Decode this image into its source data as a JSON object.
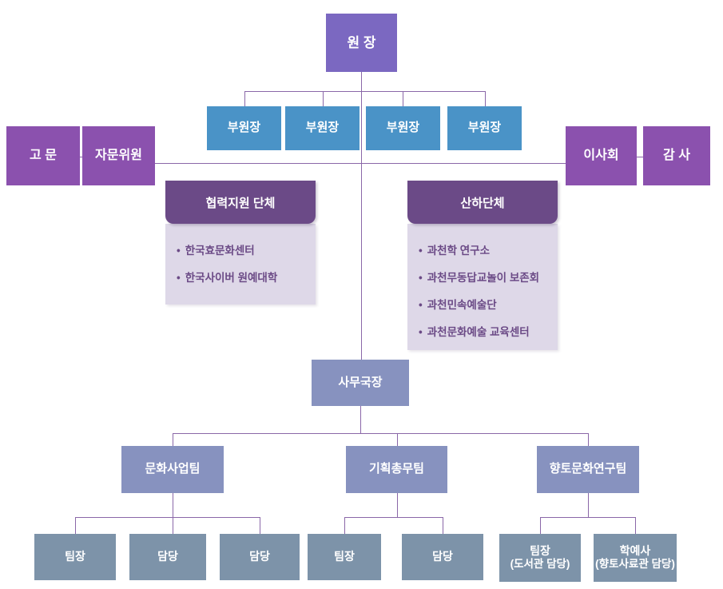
{
  "colors": {
    "director_bg": "#7b68c1",
    "vice_bg": "#4a93c7",
    "side_bg": "#8b51ae",
    "panel_header_bg": "#6b4a87",
    "panel_body_bg": "#ded8e8",
    "panel_text": "#6b4a86",
    "mid_bg": "#8792bf",
    "leaf_bg": "#7d93a9",
    "line": "#8a67a8",
    "text_on_box": "#ffffff",
    "background": "#ffffff"
  },
  "bullet": "•",
  "nodes": {
    "director": "원 장",
    "vice_directors": [
      "부원장",
      "부원장",
      "부원장",
      "부원장"
    ],
    "advisor": "고 문",
    "advisory_committee": "자문위원",
    "board": "이사회",
    "auditor": "감 사",
    "secretary_general": "사무국장"
  },
  "panels": {
    "cooperation": {
      "title": "협력지원 단체",
      "items": [
        "한국효문화센터",
        "한국사이버 원예대학"
      ]
    },
    "affiliated": {
      "title": "산하단체",
      "items": [
        "과천학 연구소",
        "과천무동답교놀이 보존회",
        "과천민속예술단",
        "과천문화예술 교육센터"
      ]
    }
  },
  "teams": [
    {
      "label": "문화사업팀",
      "children": [
        {
          "label": "팀장",
          "sub": ""
        },
        {
          "label": "담당",
          "sub": ""
        },
        {
          "label": "담당",
          "sub": ""
        }
      ]
    },
    {
      "label": "기획총무팀",
      "children": [
        {
          "label": "팀장",
          "sub": ""
        },
        {
          "label": "담당",
          "sub": ""
        }
      ]
    },
    {
      "label": "향토문화연구팀",
      "children": [
        {
          "label": "팀장",
          "sub": "(도서관 담당)"
        },
        {
          "label": "학예사",
          "sub": "(향토사료관 담당)"
        }
      ]
    }
  ]
}
